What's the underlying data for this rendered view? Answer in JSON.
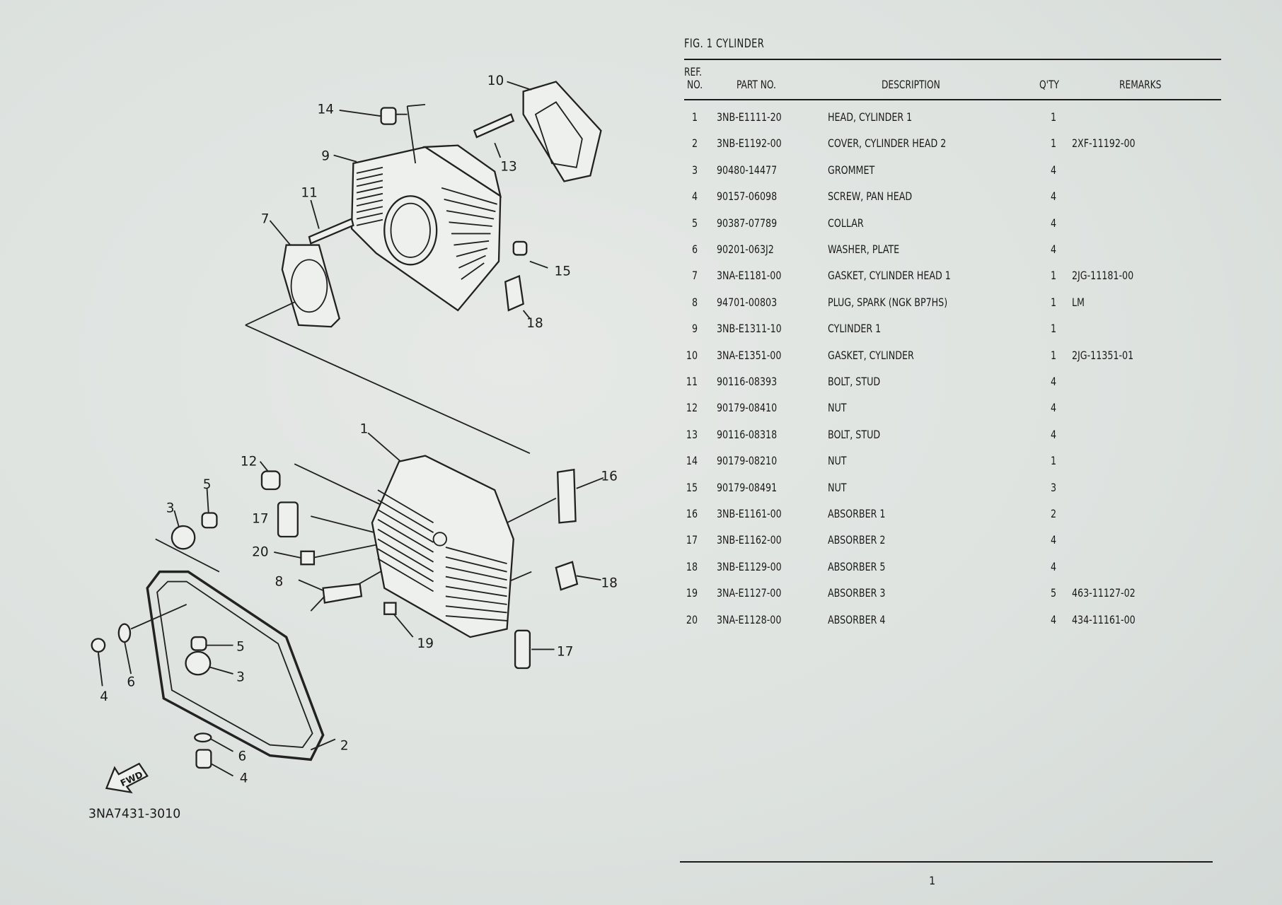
{
  "figure": {
    "title": "FIG. 1 CYLINDER"
  },
  "table": {
    "headers": {
      "ref_line1": "REF.",
      "ref_line2": "NO.",
      "part_no": "PART NO.",
      "description": "DESCRIPTION",
      "qty": "Q'TY",
      "remarks": "REMARKS"
    },
    "rows": [
      {
        "ref": "1",
        "part": "3NB-E1111-20",
        "desc": "HEAD, CYLINDER 1",
        "qty": "1",
        "remarks": ""
      },
      {
        "ref": "2",
        "part": "3NB-E1192-00",
        "desc": "COVER, CYLINDER HEAD 2",
        "qty": "1",
        "remarks": "2XF-11192-00"
      },
      {
        "ref": "3",
        "part": "90480-14477",
        "desc": "GROMMET",
        "qty": "4",
        "remarks": ""
      },
      {
        "ref": "4",
        "part": "90157-06098",
        "desc": "SCREW, PAN HEAD",
        "qty": "4",
        "remarks": ""
      },
      {
        "ref": "5",
        "part": "90387-07789",
        "desc": "COLLAR",
        "qty": "4",
        "remarks": ""
      },
      {
        "ref": "6",
        "part": "90201-063J2",
        "desc": "WASHER, PLATE",
        "qty": "4",
        "remarks": ""
      },
      {
        "ref": "7",
        "part": "3NA-E1181-00",
        "desc": "GASKET, CYLINDER HEAD 1",
        "qty": "1",
        "remarks": "2JG-11181-00"
      },
      {
        "ref": "8",
        "part": "94701-00803",
        "desc": "PLUG, SPARK (NGK BP7HS)",
        "qty": "1",
        "remarks": "LM"
      },
      {
        "ref": "9",
        "part": "3NB-E1311-10",
        "desc": "CYLINDER 1",
        "qty": "1",
        "remarks": ""
      },
      {
        "ref": "10",
        "part": "3NA-E1351-00",
        "desc": "GASKET, CYLINDER",
        "qty": "1",
        "remarks": "2JG-11351-01"
      },
      {
        "ref": "11",
        "part": "90116-08393",
        "desc": "BOLT, STUD",
        "qty": "4",
        "remarks": ""
      },
      {
        "ref": "12",
        "part": "90179-08410",
        "desc": "NUT",
        "qty": "4",
        "remarks": ""
      },
      {
        "ref": "13",
        "part": "90116-08318",
        "desc": "BOLT, STUD",
        "qty": "4",
        "remarks": ""
      },
      {
        "ref": "14",
        "part": "90179-08210",
        "desc": "NUT",
        "qty": "1",
        "remarks": ""
      },
      {
        "ref": "15",
        "part": "90179-08491",
        "desc": "NUT",
        "qty": "3",
        "remarks": ""
      },
      {
        "ref": "16",
        "part": "3NB-E1161-00",
        "desc": "ABSORBER 1",
        "qty": "2",
        "remarks": ""
      },
      {
        "ref": "17",
        "part": "3NB-E1162-00",
        "desc": "ABSORBER 2",
        "qty": "4",
        "remarks": ""
      },
      {
        "ref": "18",
        "part": "3NB-E1129-00",
        "desc": "ABSORBER 5",
        "qty": "4",
        "remarks": ""
      },
      {
        "ref": "19",
        "part": "3NA-E1127-00",
        "desc": "ABSORBER 3",
        "qty": "5",
        "remarks": "463-11127-02"
      },
      {
        "ref": "20",
        "part": "3NA-E1128-00",
        "desc": "ABSORBER 4",
        "qty": "4",
        "remarks": "434-11161-00"
      }
    ]
  },
  "diagram": {
    "callouts": [
      "10",
      "14",
      "9",
      "13",
      "11",
      "7",
      "15",
      "18",
      "1",
      "12",
      "5",
      "3",
      "17",
      "16",
      "20",
      "8",
      "18",
      "19",
      "17",
      "5",
      "3",
      "4",
      "6",
      "6",
      "4",
      "2"
    ],
    "fwd_label": "FWD",
    "drawing_code": "3NA7431-3010"
  },
  "page": {
    "number": "1"
  }
}
